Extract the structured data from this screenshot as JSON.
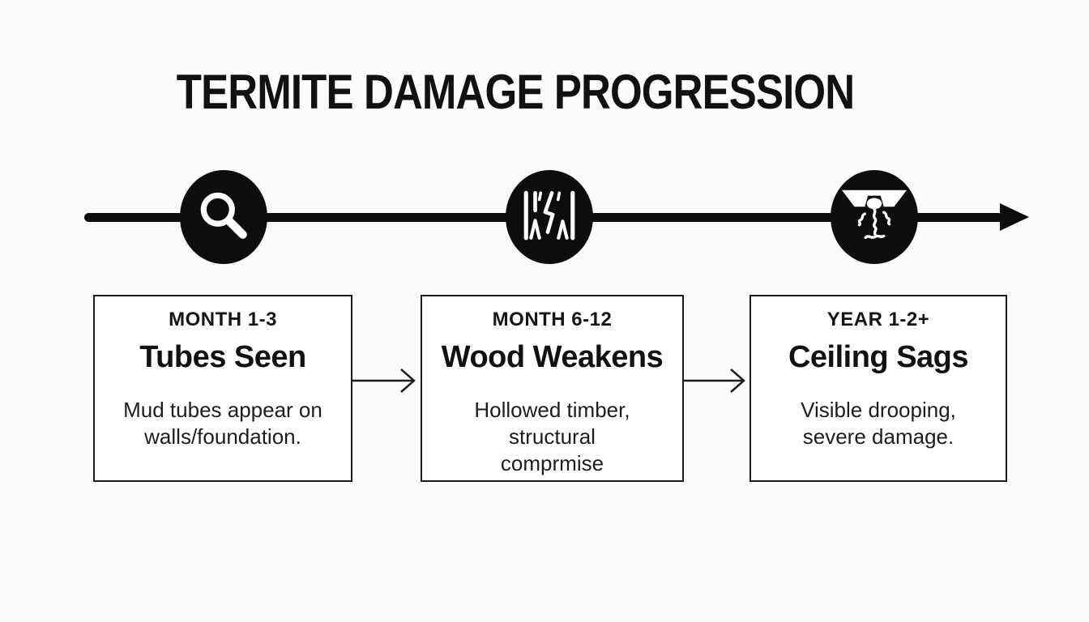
{
  "title": "TERMITE DAMAGE PROGRESSION",
  "colors": {
    "background": "#fcfcfc",
    "ink": "#0d0d0d",
    "card_border": "#1c1c1c",
    "card_background": "#ffffff"
  },
  "timeline": {
    "direction": "left-to-right",
    "milestone_icons": [
      "magnifier-search-icon",
      "cracked-wood-icon",
      "sagging-ceiling-icon"
    ],
    "end_icon": "arrow-right-icon"
  },
  "stages": [
    {
      "period": "MONTH 1-3",
      "heading": "Tubes Seen",
      "description_lines": [
        "Mud tubes appear on",
        "walls/foundation."
      ]
    },
    {
      "period": "MONTH 6-12",
      "heading": "Wood Weakens",
      "description_lines": [
        "Hollowed timber,",
        "structural",
        "comprmise"
      ]
    },
    {
      "period": "YEAR 1-2+",
      "heading": "Ceiling Sags",
      "description_lines": [
        "Visible drooping,",
        "severe damage."
      ]
    }
  ]
}
